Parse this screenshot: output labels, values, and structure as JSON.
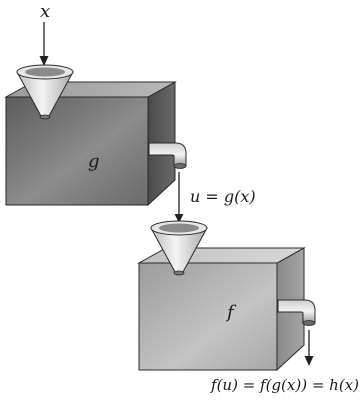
{
  "labels": {
    "input": "x",
    "machine_g": "g",
    "intermediate": "u = g(x)",
    "machine_f": "f",
    "output": "f(u) = f(g(x)) = h(x)"
  }
}
